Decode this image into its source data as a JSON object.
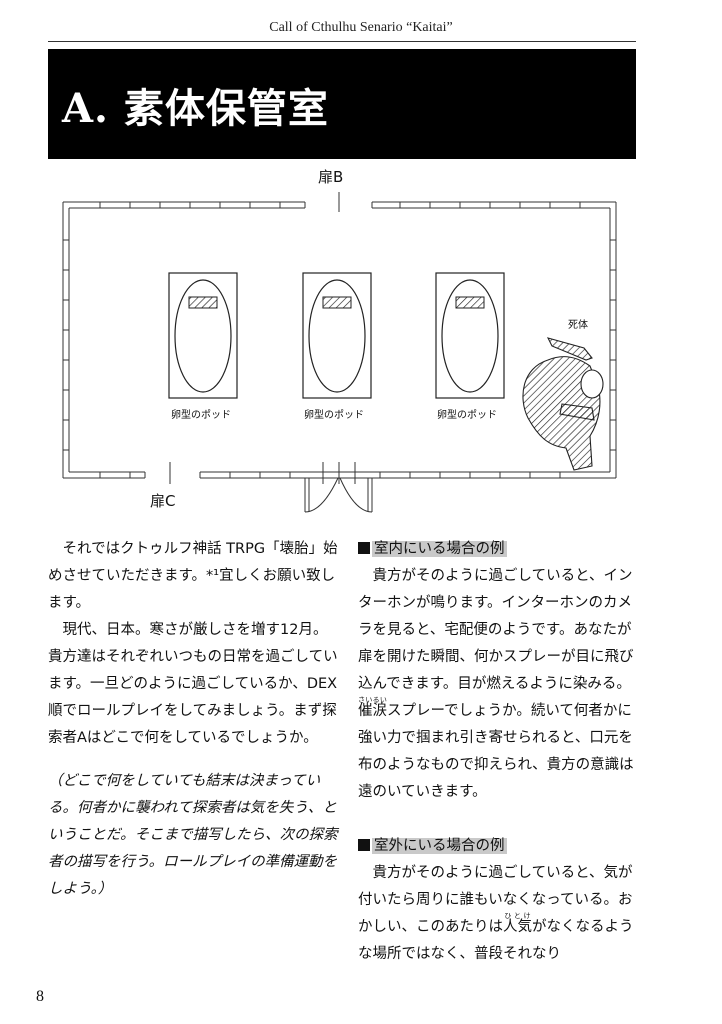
{
  "header": {
    "title": "Call of Cthulhu Senario “Kaitai”"
  },
  "section": {
    "title": "A. 素体保管室"
  },
  "map": {
    "door_b": "扉B",
    "door_c": "扉C",
    "pod_label": "卵型のポッド",
    "corpse_label": "死体"
  },
  "left_column": {
    "p1": "それではクトゥルフ神話 TRPG「壊胎」始めさせていただきます。*¹宜しくお願い致します。",
    "p2": "現代、日本。寒さが厳しさを増す12月。貴方達はそれぞれいつもの日常を過ごしています。一旦どのように過ごしているか、DEX順でロールプレイをしてみましょう。まず探索者Aはどこで何をしているでしょうか。",
    "note": "（どこで何をしていても結末は決まっている。何者かに襲われて探索者は気を失う、ということだ。そこまで描写したら、次の探索者の描写を行う。ロールプレイの準備運動をしよう。）"
  },
  "right_column": {
    "indoor_heading": "室内にいる場合の例",
    "indoor_text_1": "貴方がそのように過ごしていると、インターホンが鳴ります。インターホンのカメラを見ると、宅配便のようです。あなたが扉を開けた瞬間、何かスプレーが目に飛び込んできます。目が燃えるように染みる。",
    "indoor_ruby_base": "催涙",
    "indoor_ruby_text": "さいるい",
    "indoor_text_2": "スプレーでしょうか。続いて何者かに強い力で掴まれ引き寄せられると、口元を布のようなもので抑えられ、貴方の意識は遠のいていきます。",
    "outdoor_heading": "室外にいる場合の例",
    "outdoor_text_1": "貴方がそのように過ごしていると、気が付いたら周りに誰もいなくなっている。おかしい、このあたりは",
    "outdoor_ruby_base": "人気",
    "outdoor_ruby_text": "ひとけ",
    "outdoor_text_2": "がなくなるような場所ではなく、普段それなり"
  },
  "footer": {
    "page_number": "8"
  }
}
